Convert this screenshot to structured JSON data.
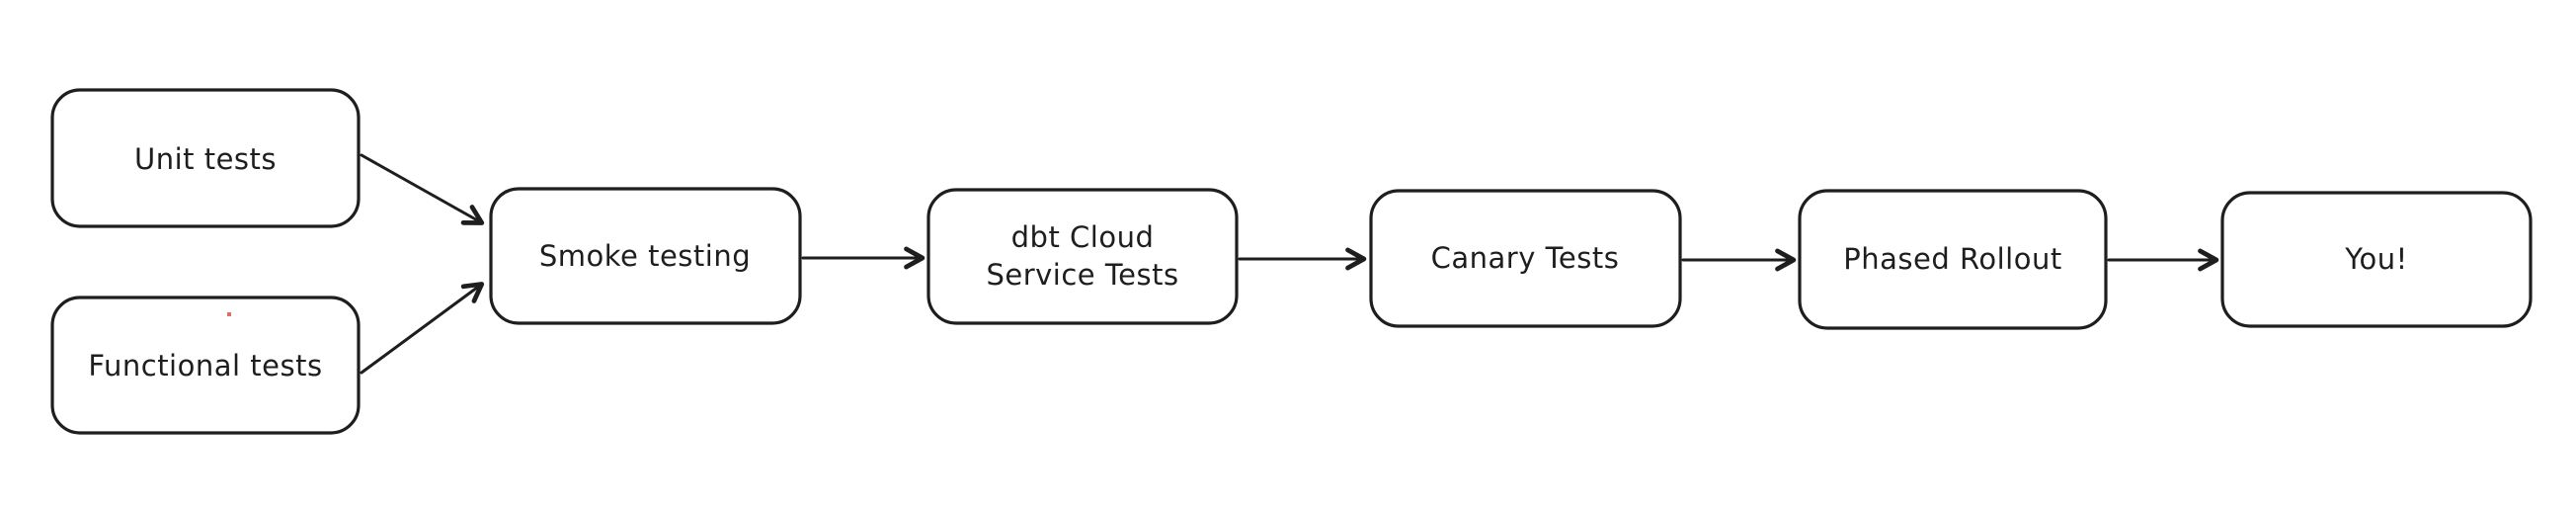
{
  "diagram": {
    "type": "flowchart",
    "style": "hand-drawn",
    "background_color": "#ffffff",
    "stroke_color": "#1e1e1e",
    "node_fill_color": "#ffffff",
    "artifact_dot_color": "#e06c6c",
    "nodes": [
      {
        "id": "unit-tests",
        "label": "Unit tests"
      },
      {
        "id": "functional-tests",
        "label": "Functional tests"
      },
      {
        "id": "smoke-testing",
        "label": "Smoke testing"
      },
      {
        "id": "dbt-cloud-service-tests",
        "label": "dbt Cloud Service Tests",
        "lines": [
          "dbt Cloud",
          "Service Tests"
        ]
      },
      {
        "id": "canary-tests",
        "label": "Canary Tests"
      },
      {
        "id": "phased-rollout",
        "label": "Phased Rollout"
      },
      {
        "id": "you",
        "label": "You!"
      }
    ],
    "edges": [
      {
        "from": "unit-tests",
        "to": "smoke-testing"
      },
      {
        "from": "functional-tests",
        "to": "smoke-testing"
      },
      {
        "from": "smoke-testing",
        "to": "dbt-cloud-service-tests"
      },
      {
        "from": "dbt-cloud-service-tests",
        "to": "canary-tests"
      },
      {
        "from": "canary-tests",
        "to": "phased-rollout"
      },
      {
        "from": "phased-rollout",
        "to": "you"
      }
    ]
  }
}
